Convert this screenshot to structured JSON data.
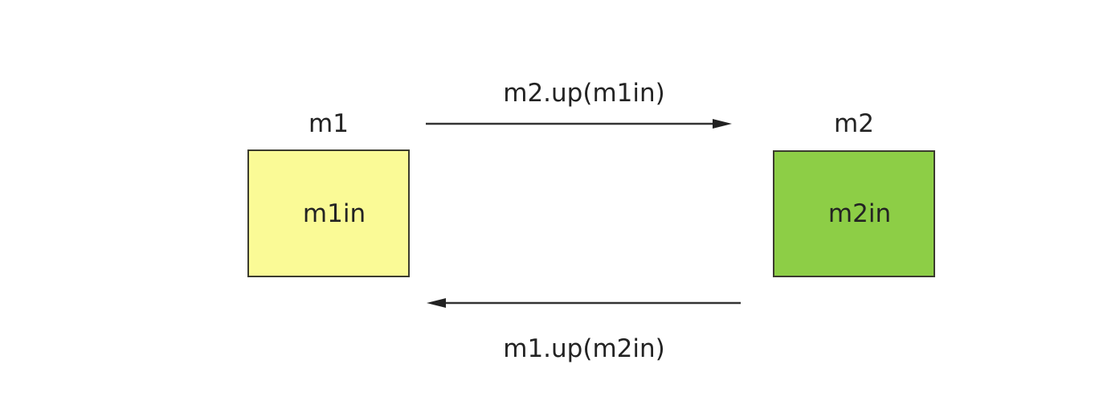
{
  "diagram": {
    "description": "Two-mailbox handshake diagram",
    "nodes": [
      {
        "id": "m1",
        "title": "m1",
        "inner_label": "m1in",
        "fill": "#fafa96"
      },
      {
        "id": "m2",
        "title": "m2",
        "inner_label": "m2in",
        "fill": "#8dce46"
      }
    ],
    "arrows": [
      {
        "label": "m2.up(m1in)",
        "direction": "right",
        "from": "m1",
        "to": "m2"
      },
      {
        "label": "m1.up(m2in)",
        "direction": "left",
        "from": "m2",
        "to": "m1"
      }
    ],
    "colors": {
      "background": "#ffffff",
      "line": "#333333",
      "text": "#232323",
      "box_border": "#3b3b2e",
      "m1_fill": "#fafa96",
      "m2_fill": "#8dce46"
    }
  }
}
